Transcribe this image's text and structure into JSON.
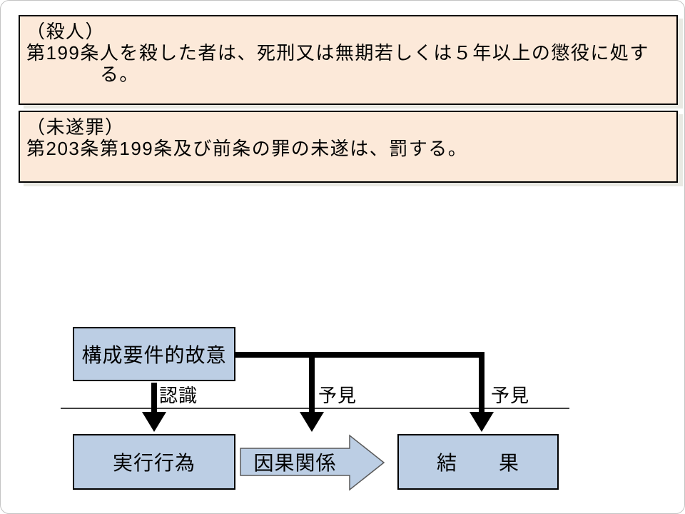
{
  "slide": {
    "statutes": [
      {
        "heading": "（殺人）",
        "article_no": "第199条",
        "body": "人を殺した者は、死刑又は無期若しくは５年以上の懲役に処する。"
      },
      {
        "heading": "（未遂罪）",
        "article_no": "第203条",
        "body": "第199条及び前条の罪の未遂は、罰する。"
      }
    ],
    "diagram": {
      "intent_box_label": "構成要件的故意",
      "recognition_label": "認識",
      "foresight_label_1": "予見",
      "foresight_label_2": "予見",
      "act_box_label": "実行行為",
      "causation_arrow_label": "因果関係",
      "result_box_label": "結　　果"
    },
    "colors": {
      "statute_fill": "#fce9d9",
      "shape_fill": "#bccee4",
      "shape_border": "#000000",
      "arrow_border": "#595959",
      "shadow": "#e9e9e3",
      "text": "#000000"
    }
  }
}
